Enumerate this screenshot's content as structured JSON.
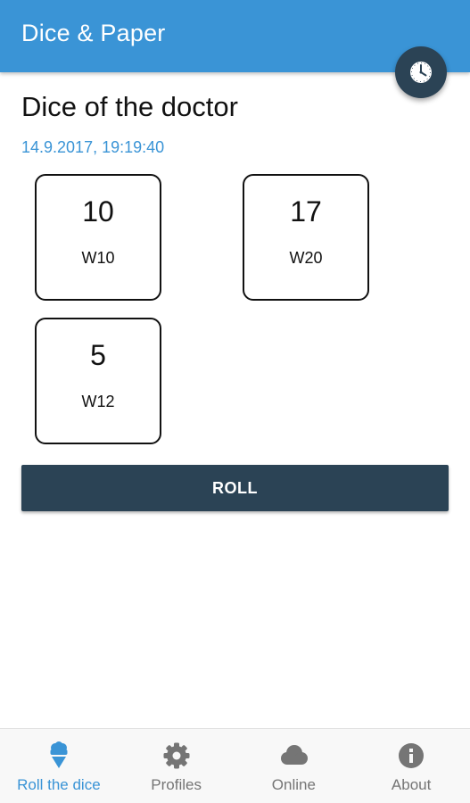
{
  "appbar": {
    "title": "Dice & Paper"
  },
  "fab": {
    "icon": "clock-icon"
  },
  "main": {
    "heading": "Dice of the doctor",
    "timestamp": "14.9.2017, 19:19:40",
    "dice": [
      {
        "value": "10",
        "type": "W10"
      },
      {
        "value": "17",
        "type": "W20"
      },
      {
        "value": "5",
        "type": "W12"
      }
    ],
    "roll_label": "ROLL"
  },
  "bottom_nav": {
    "items": [
      {
        "label": "Roll the dice",
        "icon": "ice-cream-icon",
        "active": true
      },
      {
        "label": "Profiles",
        "icon": "gear-icon",
        "active": false
      },
      {
        "label": "Online",
        "icon": "cloud-icon",
        "active": false
      },
      {
        "label": "About",
        "icon": "info-icon",
        "active": false
      }
    ]
  },
  "colors": {
    "primary": "#3a94d6",
    "dark": "#2b4355",
    "inactive": "#757575"
  }
}
